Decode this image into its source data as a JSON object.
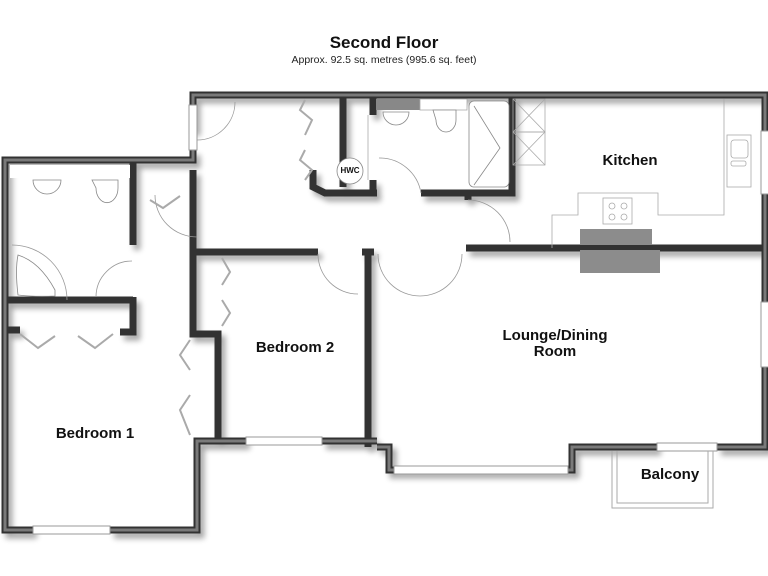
{
  "header": {
    "title": "Second Floor",
    "subtitle": "Approx. 92.5 sq. metres (995.6 sq. feet)"
  },
  "rooms": {
    "kitchen": "Kitchen",
    "lounge_line1": "Lounge/Dining",
    "lounge_line2": "Room",
    "bedroom1": "Bedroom 1",
    "bedroom2": "Bedroom 2",
    "balcony": "Balcony",
    "hwc": "HWC"
  },
  "colors": {
    "wall": "#3a3a3a",
    "wall_fill": "#6b6b6b",
    "fixture_line": "#888888",
    "worktop_dark": "#8c8c8c"
  }
}
